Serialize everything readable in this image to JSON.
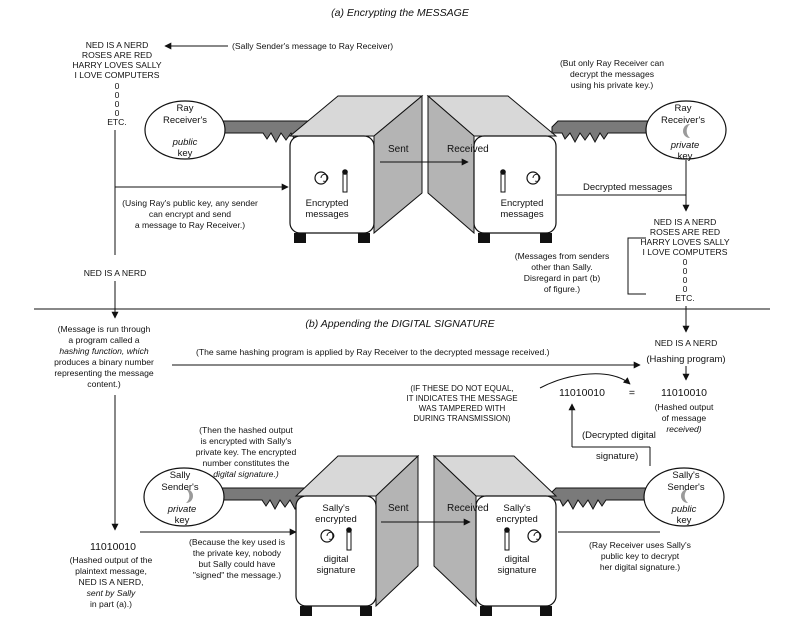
{
  "part_a": {
    "title": "(a) Encrypting the MESSAGE",
    "message_lines": [
      "NED IS A NERD",
      "ROSES ARE RED",
      "HARRY LOVES SALLY",
      "I LOVE COMPUTERS",
      "0",
      "0",
      "0",
      "0",
      "ETC."
    ],
    "sally_message_note": "(Sally Sender's message to Ray Receiver)",
    "ray_public_key": [
      "Ray",
      "Receiver's",
      "public",
      "key"
    ],
    "using_public_key_note": [
      "(Using Ray's public key, any sender",
      "can encrypt and send",
      "a message to Ray Receiver.)"
    ],
    "box_left_label": [
      "Encrypted",
      "messages"
    ],
    "sent": "Sent",
    "received": "Received",
    "box_right_label": [
      "Encrypted",
      "messages"
    ],
    "only_ray_note": [
      "(But only Ray Receiver can",
      "decrypt the messages",
      "using his private key.)"
    ],
    "ray_private_key": [
      "Ray",
      "Receiver's",
      "private",
      "key"
    ],
    "decrypted_messages": "Decrypted messages",
    "decrypted_lines": [
      "NED IS A NERD",
      "ROSES ARE RED",
      "HARRY LOVES SALLY",
      "I LOVE COMPUTERS",
      "0",
      "0",
      "0",
      "0",
      "ETC."
    ],
    "other_senders_note": [
      "(Messages from senders",
      "other than Sally.",
      "Disregard in part (b)",
      "of figure.)"
    ],
    "ned_is_a_nerd": "NED IS A NERD"
  },
  "part_b": {
    "title": "(b) Appending the DIGITAL SIGNATURE",
    "hash_note": [
      "(Message is run through",
      "a program called a",
      "hashing function, which",
      "produces a binary number",
      "representing the message",
      "content.)"
    ],
    "same_program_note": "(The same hashing program is applied by Ray Receiver to the decrypted message received.)",
    "ned_is_a_nerd_right": "NED IS A NERD",
    "hashing_program": "(Hashing program)",
    "not_equal_note": [
      "(IF THESE DO NOT EQUAL,",
      "IT INDICATES THE MESSAGE",
      "WAS TAMPERED WITH",
      "DURING TRANSMISSION)"
    ],
    "hash_left": "11010010",
    "equals": "=",
    "hash_right": "11010010",
    "hashed_output_received": [
      "(Hashed output",
      "of message",
      "received)"
    ],
    "then_encrypted_note": [
      "(Then the hashed output",
      "is encrypted with Sally's",
      "private key.  The encrypted",
      "number constitutes the",
      "digital signature.)"
    ],
    "decrypted_digital": "(Decrypted digital",
    "signature_paren": "signature)",
    "sally_private_key": [
      "Sally",
      "Sender's",
      "private",
      "key"
    ],
    "sally_public_key": [
      "Sally's",
      "Sender's",
      "public",
      "key"
    ],
    "box_left_label": [
      "Sally's",
      "encrypted",
      "digital",
      "signature"
    ],
    "sent": "Sent",
    "received": "Received",
    "box_right_label": [
      "Sally's",
      "encrypted",
      "digital",
      "signature"
    ],
    "hash_bottom": "11010010",
    "hashed_plaintext_note": [
      "(Hashed output of the",
      "plaintext message,",
      "NED IS A NERD,",
      "sent by Sally",
      "in part (a).)"
    ],
    "because_note": [
      "(Because the key used is",
      "the private key, nobody",
      "but Sally could have",
      "\"signed\" the message.)"
    ],
    "ray_uses_note": [
      "(Ray Receiver uses Sally's",
      "public key to decrypt",
      "her digital signature.)"
    ]
  }
}
